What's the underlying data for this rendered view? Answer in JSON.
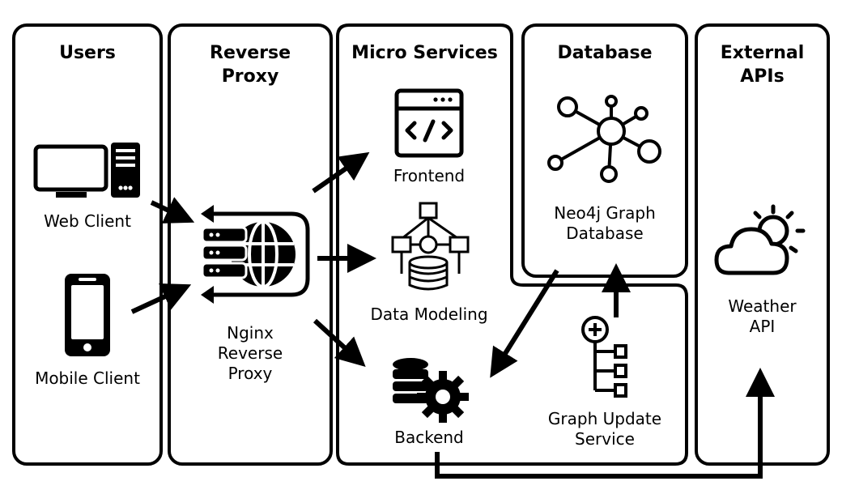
{
  "panels": {
    "users": "Users",
    "reverse_proxy": [
      "Reverse",
      "Proxy"
    ],
    "micro_services": "Micro Services",
    "database": "Database",
    "external_apis": [
      "External",
      "APIs"
    ]
  },
  "nodes": {
    "web_client": "Web Client",
    "mobile_client": "Mobile Client",
    "nginx": [
      "Nginx",
      "Reverse",
      "Proxy"
    ],
    "frontend": "Frontend",
    "data_modeling": "Data Modeling",
    "backend": "Backend",
    "neo4j": [
      "Neo4j Graph",
      "Database"
    ],
    "graph_update": [
      "Graph Update",
      "Service"
    ],
    "weather": [
      "Weather",
      "API"
    ]
  },
  "icons": {
    "web_client": "desktop-computer-icon",
    "mobile_client": "smartphone-icon",
    "nginx": "server-globe-icon",
    "frontend": "code-window-icon",
    "data_modeling": "data-model-icon",
    "backend": "database-gear-icon",
    "neo4j": "graph-network-icon",
    "graph_update": "tree-add-icon",
    "weather": "weather-cloud-sun-icon"
  },
  "colors": {
    "ink": "#000000",
    "background": "#ffffff"
  }
}
